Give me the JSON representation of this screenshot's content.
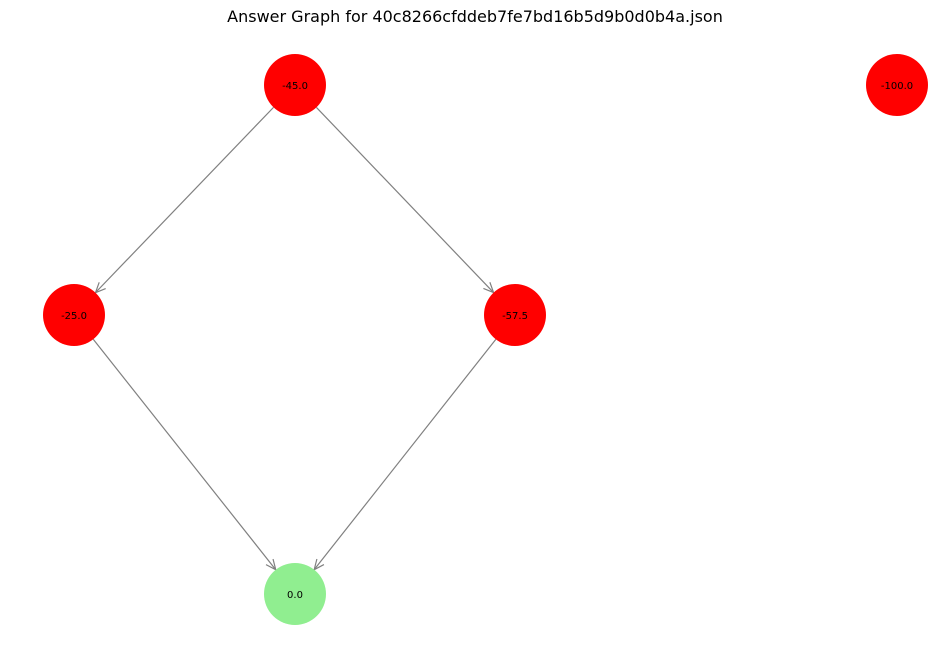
{
  "title": "Answer Graph for 40c8266cfddeb7fe7bd16b5d9b0d0b4a.json",
  "colors": {
    "node_red": "#ff0000",
    "node_green": "#90ee90",
    "edge": "#808080",
    "label": "#000000"
  },
  "nodes": [
    {
      "id": "n_m45",
      "label": "-45.0",
      "color": "node_red"
    },
    {
      "id": "n_m100",
      "label": "-100.0",
      "color": "node_red"
    },
    {
      "id": "n_m25",
      "label": "-25.0",
      "color": "node_red"
    },
    {
      "id": "n_m575",
      "label": "-57.5",
      "color": "node_red"
    },
    {
      "id": "n_0",
      "label": "0.0",
      "color": "node_green"
    }
  ],
  "edges": [
    {
      "from": "n_m45",
      "to": "n_m25"
    },
    {
      "from": "n_m45",
      "to": "n_m575"
    },
    {
      "from": "n_m25",
      "to": "n_0"
    },
    {
      "from": "n_m575",
      "to": "n_0"
    }
  ]
}
